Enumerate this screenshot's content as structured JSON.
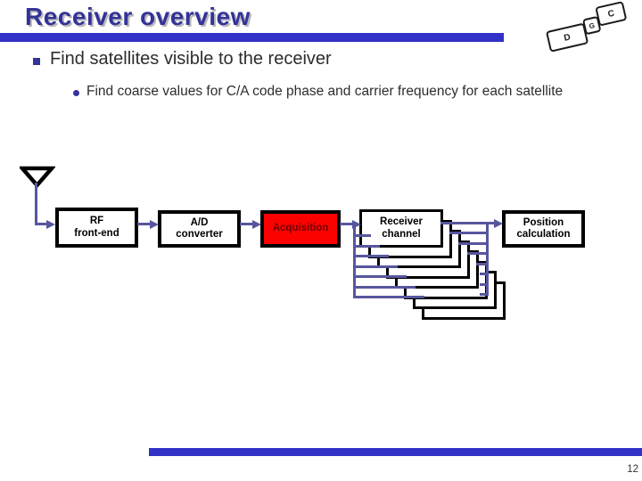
{
  "slide": {
    "title": "Receiver overview",
    "page_number": "12"
  },
  "logo": {
    "letters": [
      "D",
      "G",
      "C"
    ]
  },
  "bullets": {
    "level1": "Find satellites visible to the receiver",
    "level2": "Find coarse values for C/A code phase and carrier frequency for each satellite"
  },
  "diagram": {
    "boxes": {
      "rf": {
        "label": "RF\nfront-end"
      },
      "ad": {
        "label": "A/D\nconverter"
      },
      "acquisition": {
        "label": "Acquisition"
      },
      "channel": {
        "label": "Receiver\nchannel",
        "count": 8
      },
      "position": {
        "label": "Position\ncalculation"
      }
    }
  },
  "colors": {
    "accent_blue": "#3232c8",
    "title_navy": "#333399",
    "connector_blue": "#56569e",
    "acquisition_fill": "#fb0100",
    "acquisition_text": "#700000",
    "body_text": "#2d2d2d"
  }
}
